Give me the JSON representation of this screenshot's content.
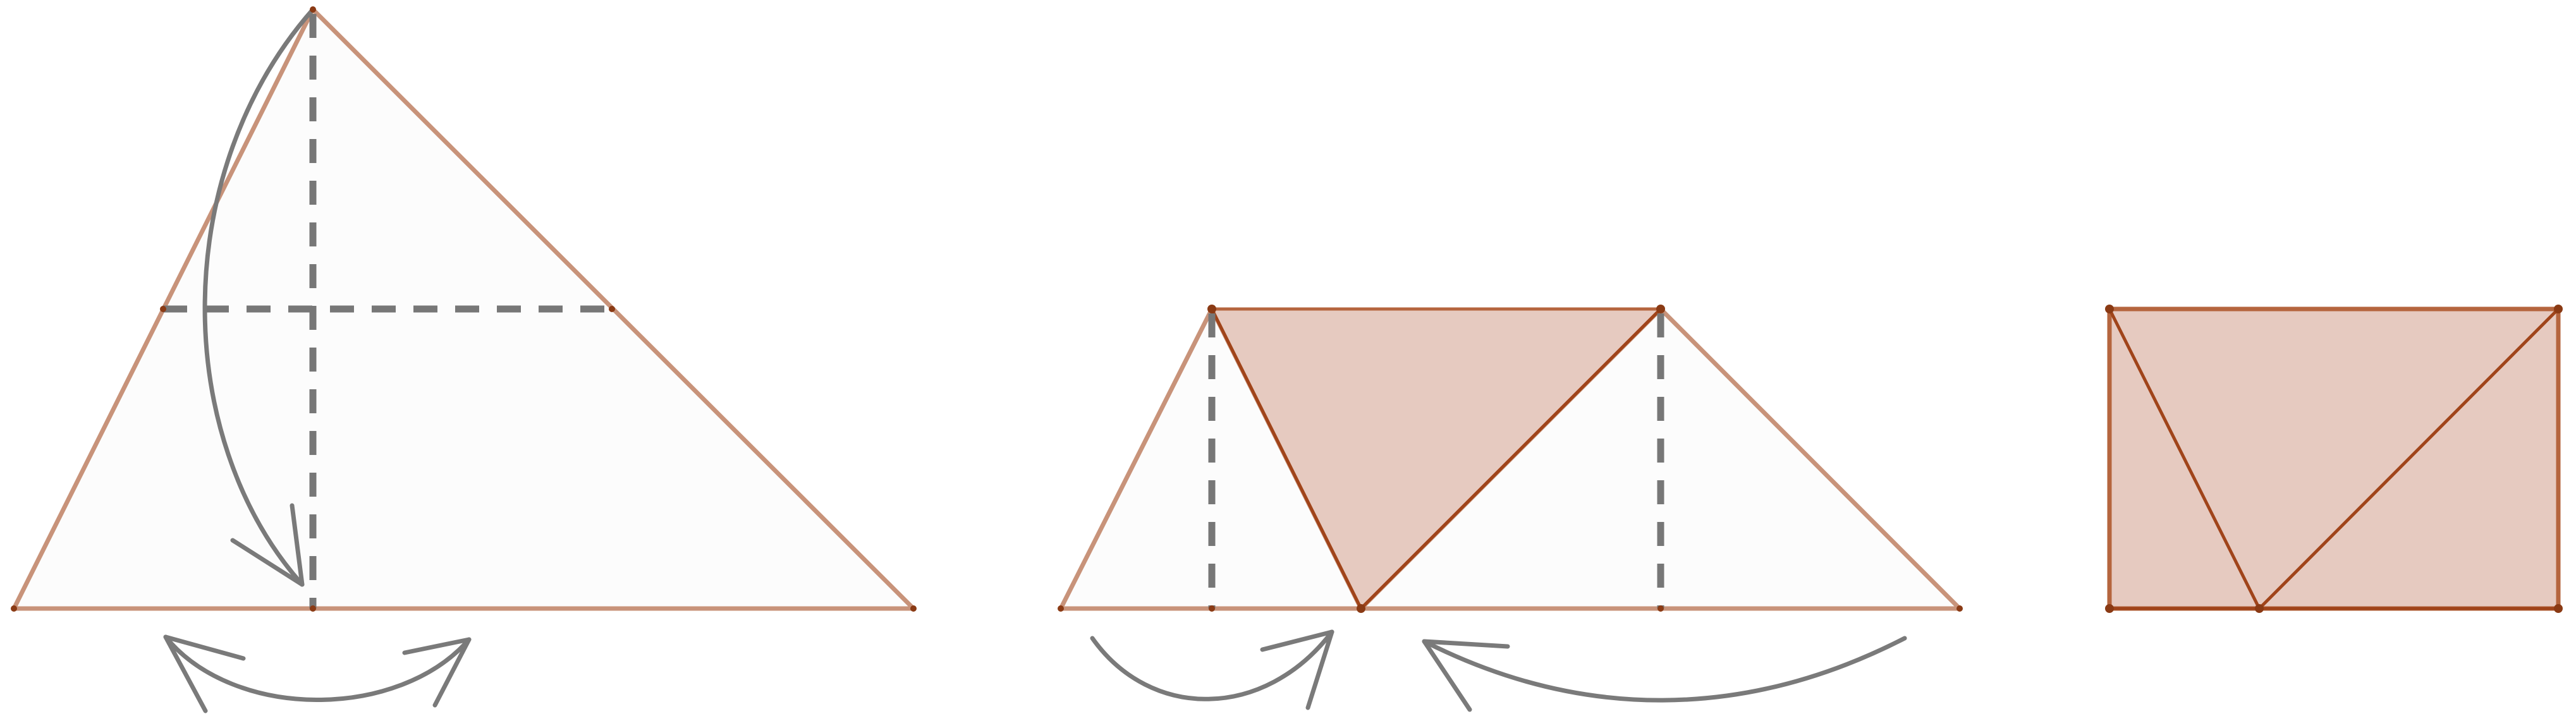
{
  "colors": {
    "paper_fill": "#fcfcfc",
    "paper_edge": "#c8937a",
    "folded_fill": "#e6cac0",
    "folded_edge": "#b5653e",
    "crease": "#a0441a",
    "fold_line": "#777777",
    "arrow": "#7a7a7a",
    "vertex": "#8a3a14"
  },
  "icons": {
    "fold_arrow": "curved-arrow-icon"
  },
  "steps": [
    {
      "name": "triangle-with-fold-lines",
      "state": "unfolded"
    },
    {
      "name": "triangle-middle-folded-down",
      "state": "partially-folded"
    },
    {
      "name": "resulting-rectangle",
      "state": "folded"
    }
  ]
}
